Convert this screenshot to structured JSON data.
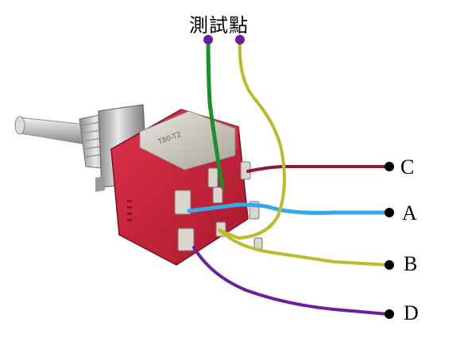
{
  "title": "測試點",
  "labels": {
    "c": "C",
    "a": "A",
    "b": "B",
    "d": "D"
  },
  "colors": {
    "background": "#ffffff",
    "switch_body": "#c8243a",
    "switch_body_dark": "#9e1528",
    "metal": "#c9c6bf",
    "wire_green": "#1f8f2a",
    "wire_yellow": "#b9bd2b",
    "wire_red": "#8e1a33",
    "wire_blue": "#39a7e6",
    "wire_purple": "#6a1fa0",
    "marker_purple": "#6a1fa0",
    "endpoint": "#000000"
  },
  "image": {
    "subject": "toggle-switch",
    "embossed_text": "T80-T2"
  }
}
